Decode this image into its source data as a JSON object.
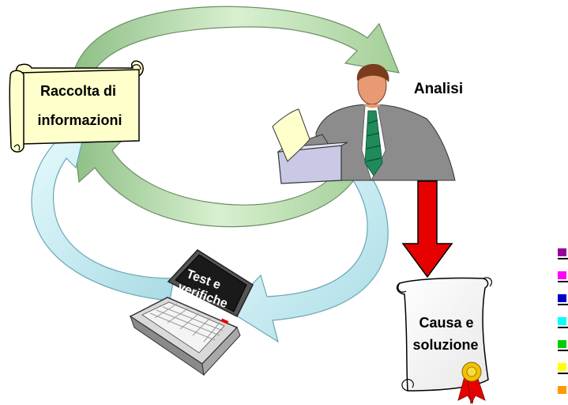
{
  "labels": {
    "gather_line1": "Raccolta di",
    "gather_line2": "informazioni",
    "analysis": "Analisi",
    "test_line1": "Test e",
    "test_line2": "verifiche",
    "cause_line1": "Causa e",
    "cause_line2": "soluzione"
  },
  "colors": {
    "green_arrow": "#b6dcae",
    "blue_arrow": "#c8ecf2",
    "red_arrow": "#e60000",
    "parchment": "#ffffcc",
    "palette": [
      "#990099",
      "#ff00ff",
      "#0000cc",
      "#00ffff",
      "#00cc00",
      "#ffff00",
      "#ff9900"
    ]
  },
  "icons": [
    "scroll-icon",
    "businessman-icon",
    "laptop-icon",
    "certificate-icon",
    "ribbon-seal-icon"
  ]
}
